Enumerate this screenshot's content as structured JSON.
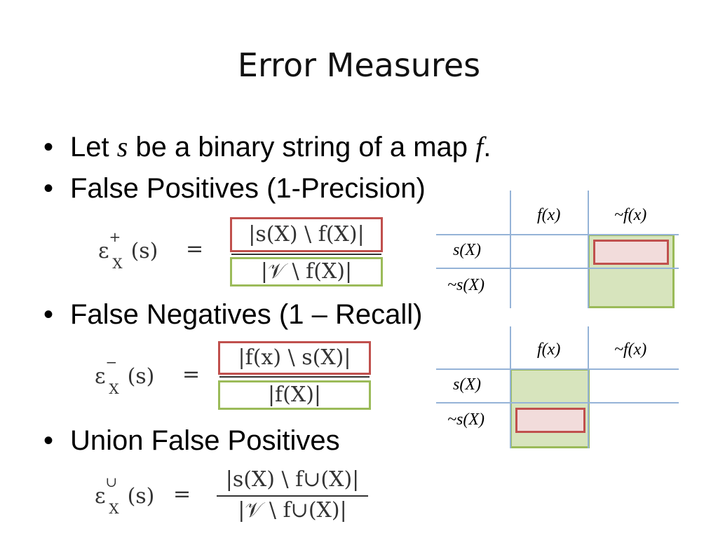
{
  "title": "Error Measures",
  "bullets": {
    "b1_pre": "Let ",
    "b1_s": "s",
    "b1_mid": " be a binary string of a map ",
    "b1_f": "f",
    "b1_end": ".",
    "b2": "False Positives (1-Precision)",
    "b3": "False Negatives (1 – Recall)",
    "b4": "Union False Positives",
    "marker": "•"
  },
  "equations": {
    "fp": {
      "lhs": "ε",
      "sup": "+",
      "sub": "X",
      "arg": "(s)",
      "eq": "=",
      "num": "|s(X) \\ f(X)|",
      "den": "|𝒱 \\ f(X)|"
    },
    "fn": {
      "lhs": "ε",
      "sup": "−",
      "sub": "X",
      "arg": "(s)",
      "eq": "=",
      "num": "|f(x) \\ s(X)|",
      "den": "|f(X)|"
    },
    "ufp": {
      "lhs": "ε",
      "sup": "∪",
      "sub": "X",
      "arg": "(s)",
      "eq": "=",
      "num": "|s(X) \\ f∪(X)|",
      "den": "|𝒱 \\ f∪(X)|"
    }
  },
  "tables": {
    "col1": "f(x)",
    "col2": "~f(x)",
    "row1": "s(X)",
    "row2": "~s(X)"
  },
  "colors": {
    "red": "#c0504d",
    "green": "#9bbb59",
    "grid": "#95b3d7"
  }
}
